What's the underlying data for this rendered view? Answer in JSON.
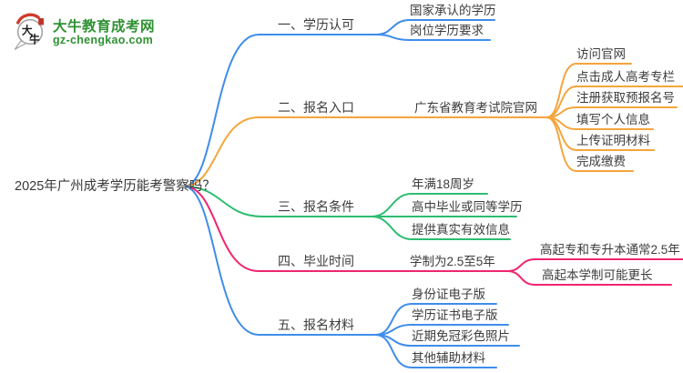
{
  "logo": {
    "brand": "大牛教育成考网",
    "domain": "gz-chengkao.com",
    "bubble_char1": "大",
    "bubble_char2": "牛"
  },
  "map": {
    "root": "2025年广州成考学历能考警察吗？",
    "branches": [
      {
        "label": "一、学历认可",
        "color": "#3f8deb",
        "children": [
          "国家承认的学历",
          "岗位学历要求"
        ]
      },
      {
        "label": "二、报名入口",
        "color": "#f5a53b",
        "portal": "广东省教育考试院官网",
        "steps": [
          "访问官网",
          "点击成人高考专栏",
          "注册获取预报名号",
          "填写个人信息",
          "上传证明材料",
          "完成缴费"
        ]
      },
      {
        "label": "三、报名条件",
        "color": "#2dbd70",
        "children": [
          "年满18周岁",
          "高中毕业或同等学历",
          "提供真实有效信息"
        ]
      },
      {
        "label": "四、毕业时间",
        "color": "#f0256f",
        "duration": "学制为2.5至5年",
        "details": [
          "高起专和专升本通常2.5年",
          "高起本学制可能更长"
        ]
      },
      {
        "label": "五、报名材料",
        "color": "#3f8deb",
        "children": [
          "身份证电子版",
          "学历证书电子版",
          "近期免冠彩色照片",
          "其他辅助材料"
        ]
      }
    ]
  },
  "colors": {
    "branch_blue": "#3f8deb",
    "branch_orange": "#f5a53b",
    "branch_green": "#2dbd70",
    "branch_pink": "#f0256f",
    "text": "#3c3c3c",
    "logo_green": "#2f9133",
    "seal_red": "#c03425"
  }
}
